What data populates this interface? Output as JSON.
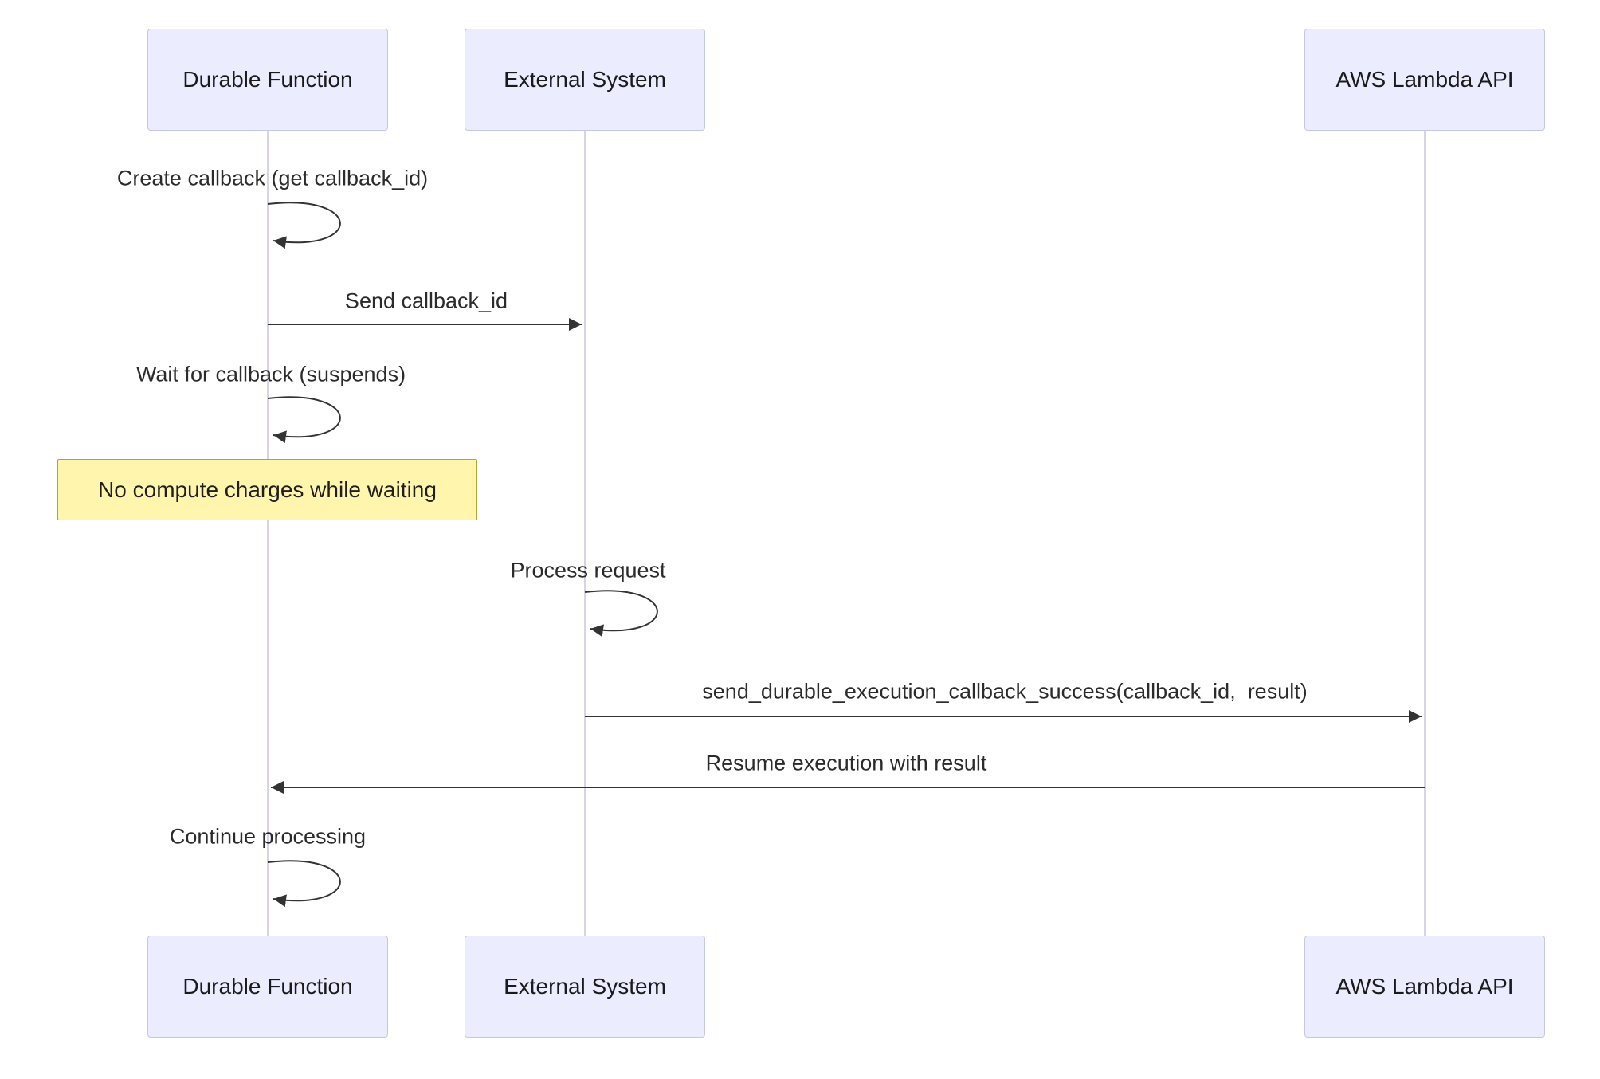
{
  "diagram": {
    "type": "sequence",
    "participants": [
      {
        "name": "Durable Function"
      },
      {
        "name": "External System"
      },
      {
        "name": "AWS Lambda API"
      }
    ],
    "messages": [
      {
        "kind": "self",
        "from": "Durable Function",
        "to": "Durable Function",
        "label": "Create callback (get callback_id)"
      },
      {
        "kind": "arrow",
        "from": "Durable Function",
        "to": "External System",
        "label": "Send callback_id"
      },
      {
        "kind": "self",
        "from": "Durable Function",
        "to": "Durable Function",
        "label": "Wait for callback (suspends)"
      },
      {
        "kind": "note",
        "over": "Durable Function",
        "label": "No compute charges while waiting"
      },
      {
        "kind": "self",
        "from": "External System",
        "to": "External System",
        "label": "Process request"
      },
      {
        "kind": "arrow",
        "from": "External System",
        "to": "AWS Lambda API",
        "label": "send_durable_execution_callback_success(callback_id,  result)"
      },
      {
        "kind": "arrow",
        "from": "AWS Lambda API",
        "to": "Durable Function",
        "label": "Resume execution with result"
      },
      {
        "kind": "self",
        "from": "Durable Function",
        "to": "Durable Function",
        "label": "Continue processing"
      }
    ],
    "colors": {
      "actor_fill": "#ECECFF",
      "actor_border": "#C6C6E8",
      "lifeline": "#D6D3EF",
      "note_fill": "#FFF5AD",
      "note_border": "#AAAA33",
      "message_line": "#333333",
      "text": "#2B2B2B",
      "background": "#FFFFFF"
    }
  }
}
